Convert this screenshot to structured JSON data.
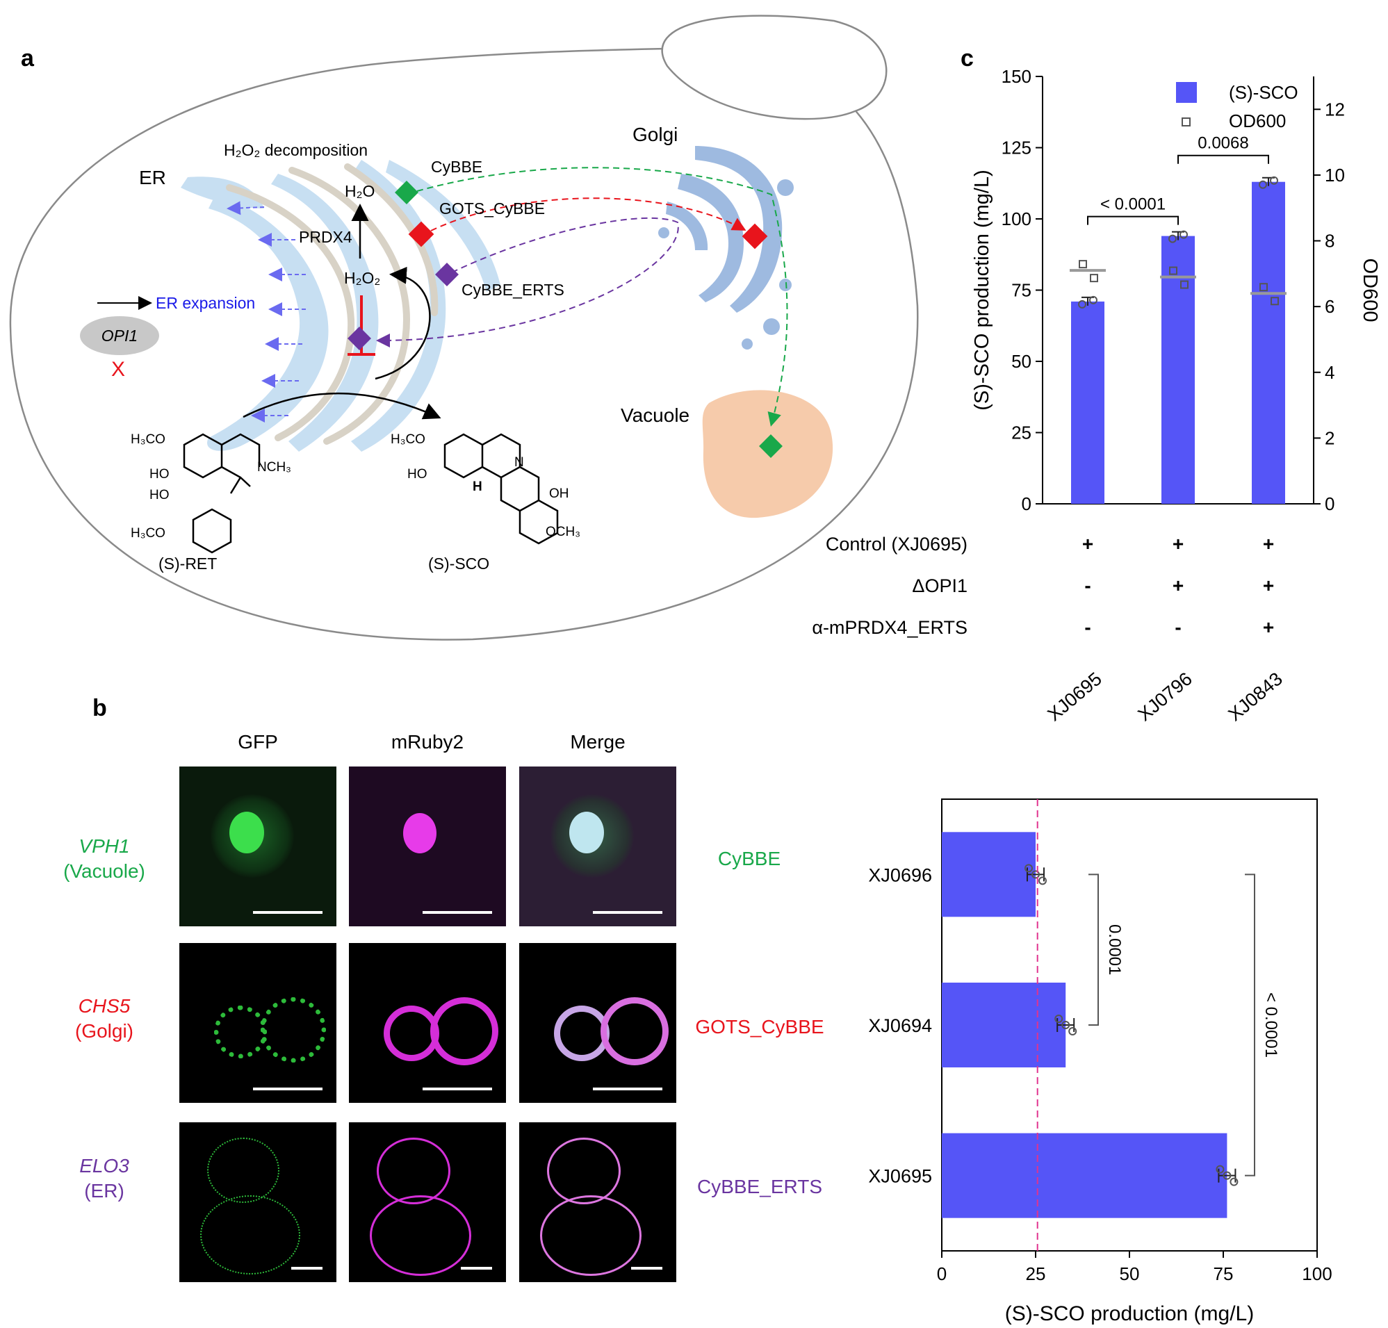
{
  "panels": {
    "a": "a",
    "b": "b",
    "c": "c"
  },
  "diagram": {
    "er": "ER",
    "golgi": "Golgi",
    "vacuole": "Vacuole",
    "h2o2_decomp": "H₂O₂ decomposition",
    "h2o": "H₂O",
    "prdx4": "PRDX4",
    "h2o2": "H₂O₂",
    "er_expansion": "ER expansion",
    "opi1": "OPI1",
    "x_mark": "X",
    "cybbe": "CyBBE",
    "gots_cybbe": "GOTS_CyBBE",
    "cybbe_erts": "CyBBE_ERTS",
    "ret_label": "(S)-RET",
    "sco_label": "(S)-SCO",
    "ret_struct": {
      "h3co_top": "H₃CO",
      "ho": "HO",
      "nch3": "NCH₃",
      "ho2": "HO",
      "h3co_bot": "H₃CO"
    },
    "sco_struct": {
      "h3co": "H₃CO",
      "ho": "HO",
      "n": "N",
      "h": "H",
      "oh": "OH",
      "och3": "OCH₃"
    },
    "colors": {
      "cybbe": "#19a84a",
      "gots": "#e8141c",
      "erts": "#6a35a0",
      "er": "#c7dff2",
      "golgi": "#8eaedb",
      "vacuole": "#f4c29c"
    }
  },
  "microscopy": {
    "columns": [
      "GFP",
      "mRuby2",
      "Merge"
    ],
    "rows": [
      {
        "gene": "VPH1",
        "loc": "(Vacuole)",
        "construct": "CyBBE",
        "color": "#19a84a"
      },
      {
        "gene": "CHS5",
        "loc": "(Golgi)",
        "construct": "GOTS_CyBBE",
        "color": "#e8141c"
      },
      {
        "gene": "ELO3",
        "loc": "(ER)",
        "construct": "CyBBE_ERTS",
        "color": "#6a35a0"
      }
    ]
  },
  "chart_data": [
    {
      "type": "bar",
      "panel": "c",
      "categories": [
        "XJ0695",
        "XJ0796",
        "XJ0843"
      ],
      "series": [
        {
          "name": "(S)-SCO",
          "values": [
            71,
            94,
            113
          ],
          "axis": "left",
          "color": "#5555f7"
        },
        {
          "name": "OD600",
          "values": [
            7.1,
            6.9,
            6.4
          ],
          "axis": "right",
          "type": "scatter"
        }
      ],
      "ylabel": "(S)-SCO production (mg/L)",
      "y2label": "OD600",
      "ylim": [
        0,
        150
      ],
      "y2lim": [
        0,
        13
      ],
      "yticks": [
        0,
        25,
        50,
        75,
        100,
        125,
        150
      ],
      "y2ticks": [
        0,
        2,
        4,
        6,
        8,
        10,
        12
      ],
      "comparisons": [
        {
          "label": "< 0.0001",
          "from": "XJ0695",
          "to": "XJ0796"
        },
        {
          "label": "0.0068",
          "from": "XJ0796",
          "to": "XJ0843"
        }
      ],
      "legend": [
        {
          "label": "(S)-SCO",
          "marker": "square-filled"
        },
        {
          "label": "OD600",
          "marker": "square-open"
        }
      ],
      "legend_position": "top-right",
      "conditions": [
        {
          "label": "Control (XJ0695)",
          "values": [
            "+",
            "+",
            "+"
          ]
        },
        {
          "label": "ΔOPI1",
          "values": [
            "-",
            "+",
            "+"
          ]
        },
        {
          "label": "α-mPRDX4_ERTS",
          "values": [
            "-",
            "-",
            "+"
          ]
        }
      ]
    },
    {
      "type": "bar",
      "orientation": "horizontal",
      "panel": "b",
      "categories": [
        "XJ0696",
        "XJ0694",
        "XJ0695"
      ],
      "values": [
        25,
        33,
        76
      ],
      "color": "#5555f7",
      "xlabel": "(S)-SCO production (mg/L)",
      "xlim": [
        0,
        100
      ],
      "xticks": [
        0,
        25,
        50,
        75,
        100
      ],
      "reference_line": 25.5,
      "comparisons": [
        {
          "label": "0.0001",
          "from": "XJ0696",
          "to": "XJ0694"
        },
        {
          "label": "< 0.0001",
          "from": "XJ0696",
          "to": "XJ0695"
        }
      ]
    }
  ]
}
